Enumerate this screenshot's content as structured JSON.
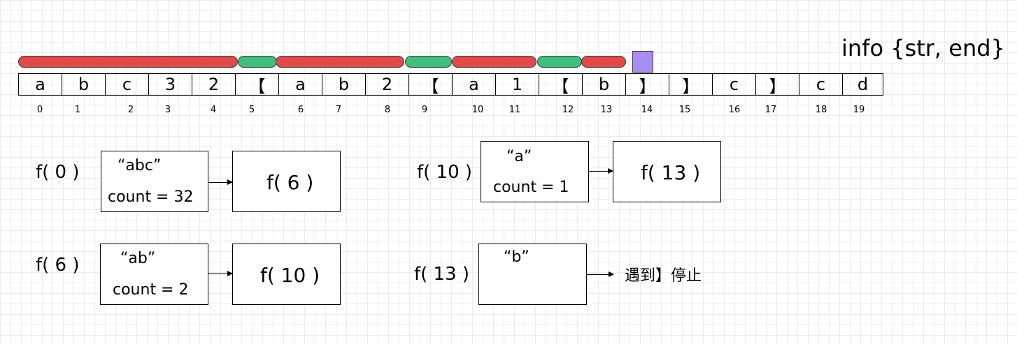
{
  "title": "info {str, end}",
  "characters": [
    "a",
    "b",
    "c",
    "3",
    "2",
    "【",
    "a",
    "b",
    "2",
    "【",
    "a",
    "1",
    "【",
    "b",
    "】",
    "】",
    "c",
    "】",
    "c",
    "d"
  ],
  "indices": [
    "0",
    "1",
    "2",
    "3",
    "4",
    "5",
    "6",
    "7",
    "8",
    "9",
    "10",
    "11",
    "12",
    "13",
    "14",
    "15",
    "16",
    "17",
    "18",
    "19"
  ],
  "segments": [
    {
      "color": "red"
    },
    {
      "color": "green"
    },
    {
      "color": "red"
    },
    {
      "color": "green"
    },
    {
      "color": "red"
    },
    {
      "color": "green"
    },
    {
      "color": "red"
    },
    {
      "color": "purple"
    }
  ],
  "colors": {
    "red": "#e54848",
    "green": "#3dbf7e",
    "purple": "#a98cf2"
  },
  "calls": [
    {
      "label": "f( 0 )",
      "str": "“abc”",
      "count": "count = 32",
      "next": "f( 6 )"
    },
    {
      "label": "f( 6 )",
      "str": "“ab”",
      "count": "count = 2",
      "next": "f( 10 )"
    },
    {
      "label": "f( 10 )",
      "str": "“a”",
      "count": "count = 1",
      "next": "f( 13 )"
    },
    {
      "label": "f( 13 )",
      "str": "“b”",
      "count": "",
      "next": "遇到】停止"
    }
  ]
}
